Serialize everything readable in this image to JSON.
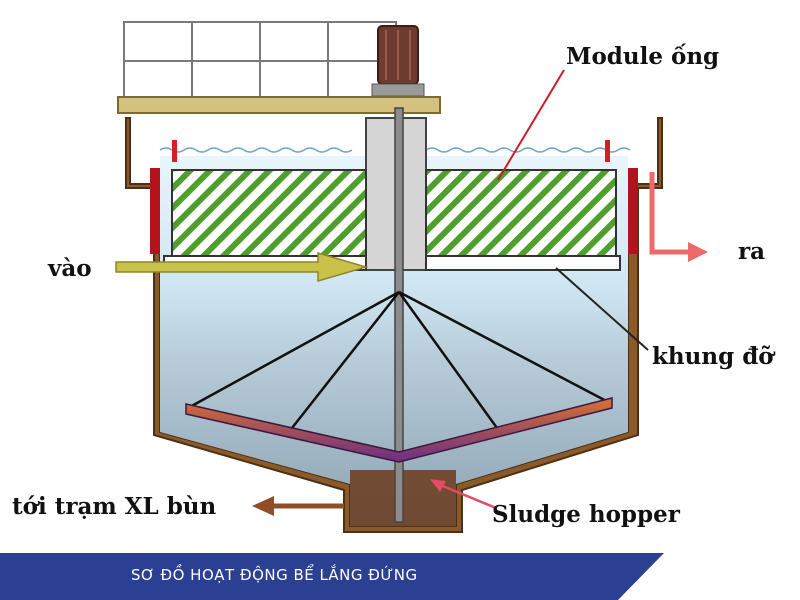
{
  "labels": {
    "module": "Module ống",
    "inlet": "vào",
    "outlet": "ra",
    "frame": "khung đỡ",
    "sludge_dest": "tới trạm XL bùn",
    "hopper": "Sludge hopper"
  },
  "caption": "SƠ ĐỒ HOẠT ĐỘNG BỂ LẮNG ĐỨNG",
  "colors": {
    "caption_band": "#2b3f93",
    "tank_wall": "#8a5a2b",
    "module_stripes": "#4f9f2e",
    "arrow_outlet": "#ec6a6a",
    "arrow_inlet": "#c9c24a",
    "arrow_sludge": "#8f4d28"
  }
}
